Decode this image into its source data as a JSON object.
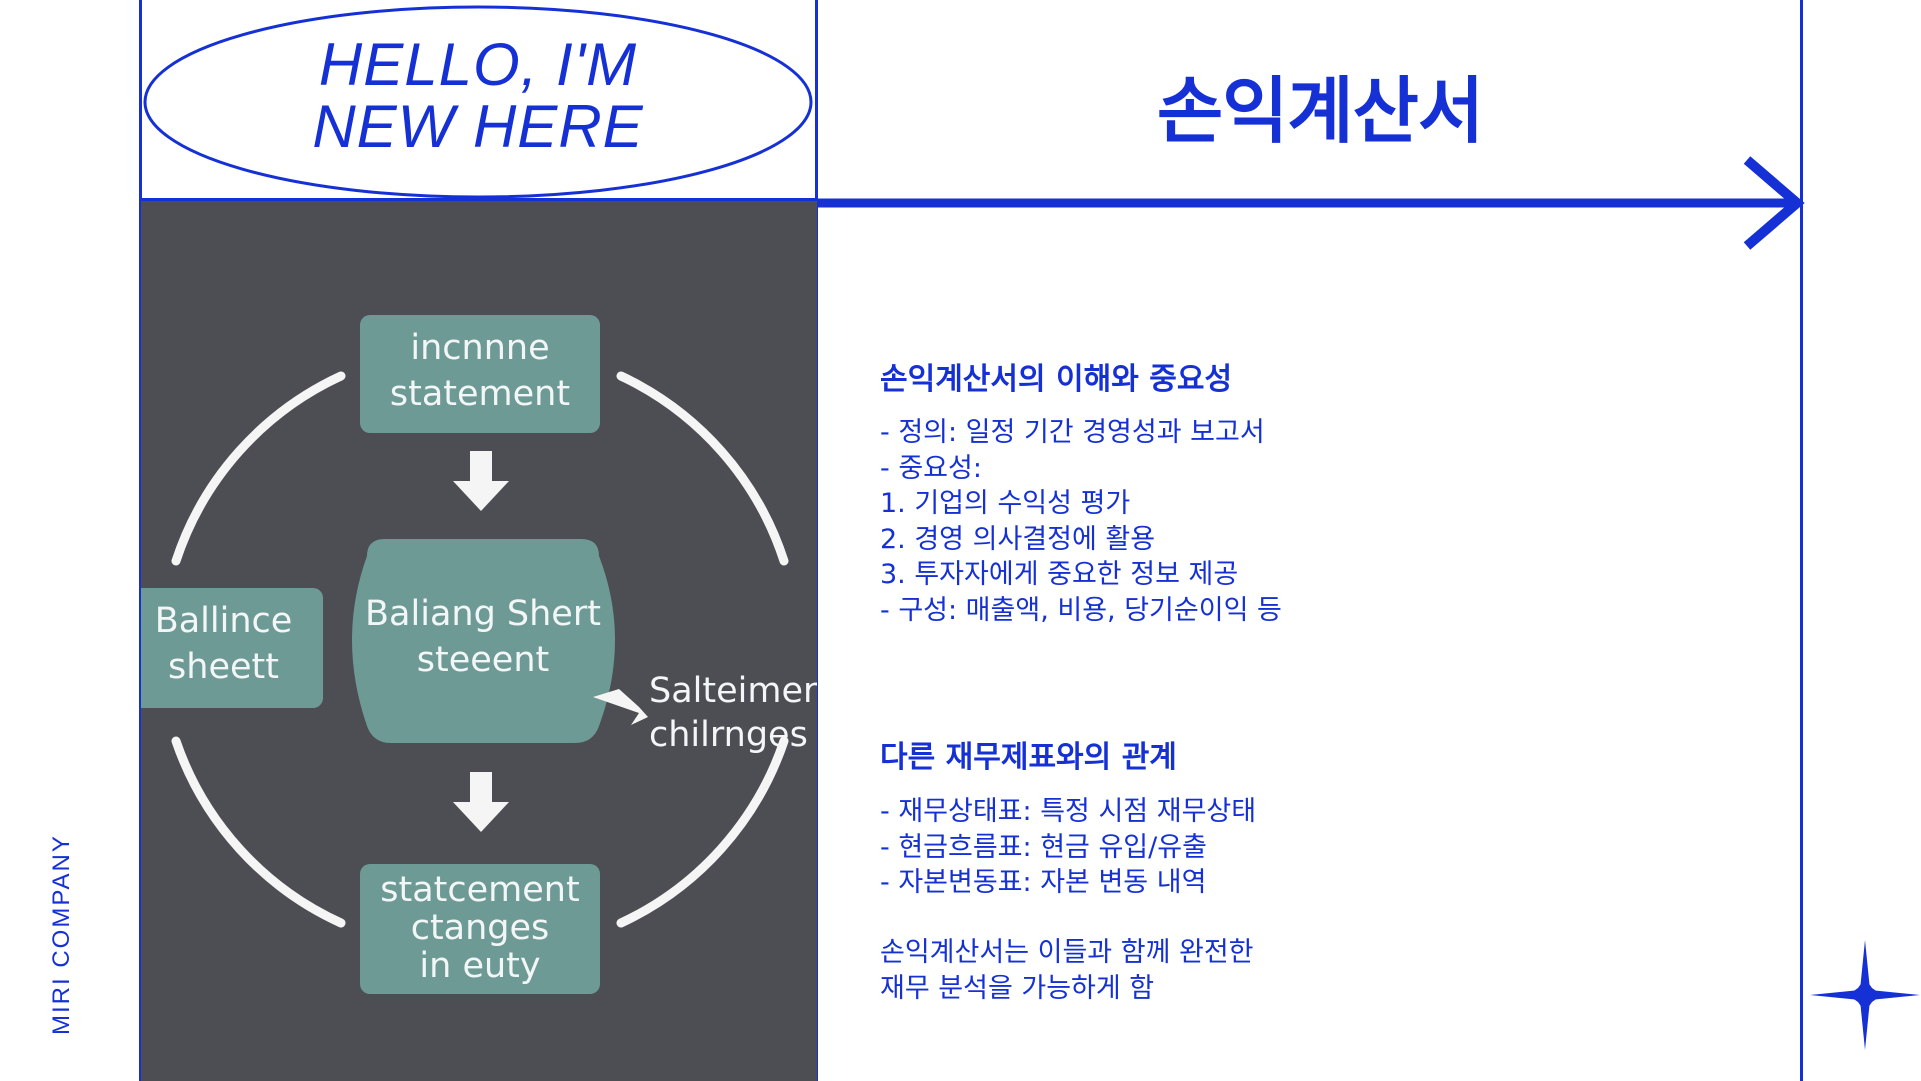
{
  "badge": {
    "line1": "HELLO, I'M",
    "line2": "NEW HERE"
  },
  "title": "손익계산서",
  "image": {
    "boxes": {
      "top": [
        "incnnne",
        "statement"
      ],
      "left": [
        "Ballince",
        "sheett"
      ],
      "center": [
        "Baliang Shert",
        "steeent"
      ],
      "right": [
        "Salteimer",
        "chilrnges"
      ],
      "bottom": [
        "statcement",
        "ctanges",
        "in euty"
      ]
    }
  },
  "section1": {
    "heading": "손익계산서의 이해와 중요성",
    "lines": [
      "- 정의: 일정 기간 경영성과 보고서",
      "- 중요성:",
      "1. 기업의 수익성 평가",
      "2. 경영 의사결정에 활용",
      "3. 투자자에게 중요한 정보 제공",
      "- 구성: 매출액, 비용, 당기순이익 등"
    ]
  },
  "section2": {
    "heading": "다른 재무제표와의 관계",
    "lines": [
      "- 재무상태표: 특정 시점 재무상태",
      "- 현금흐름표: 현금 유입/유출",
      "- 자본변동표: 자본 변동 내역"
    ],
    "summary": [
      "손익계산서는 이들과 함께 완전한",
      "재무 분석을 가능하게 함"
    ]
  },
  "side_label": "MIRI COMPANY",
  "colors": {
    "accent": "#1531d6",
    "panel": "#4c4e53",
    "box": "#6e9a96",
    "ring": "#f5f5f5"
  }
}
